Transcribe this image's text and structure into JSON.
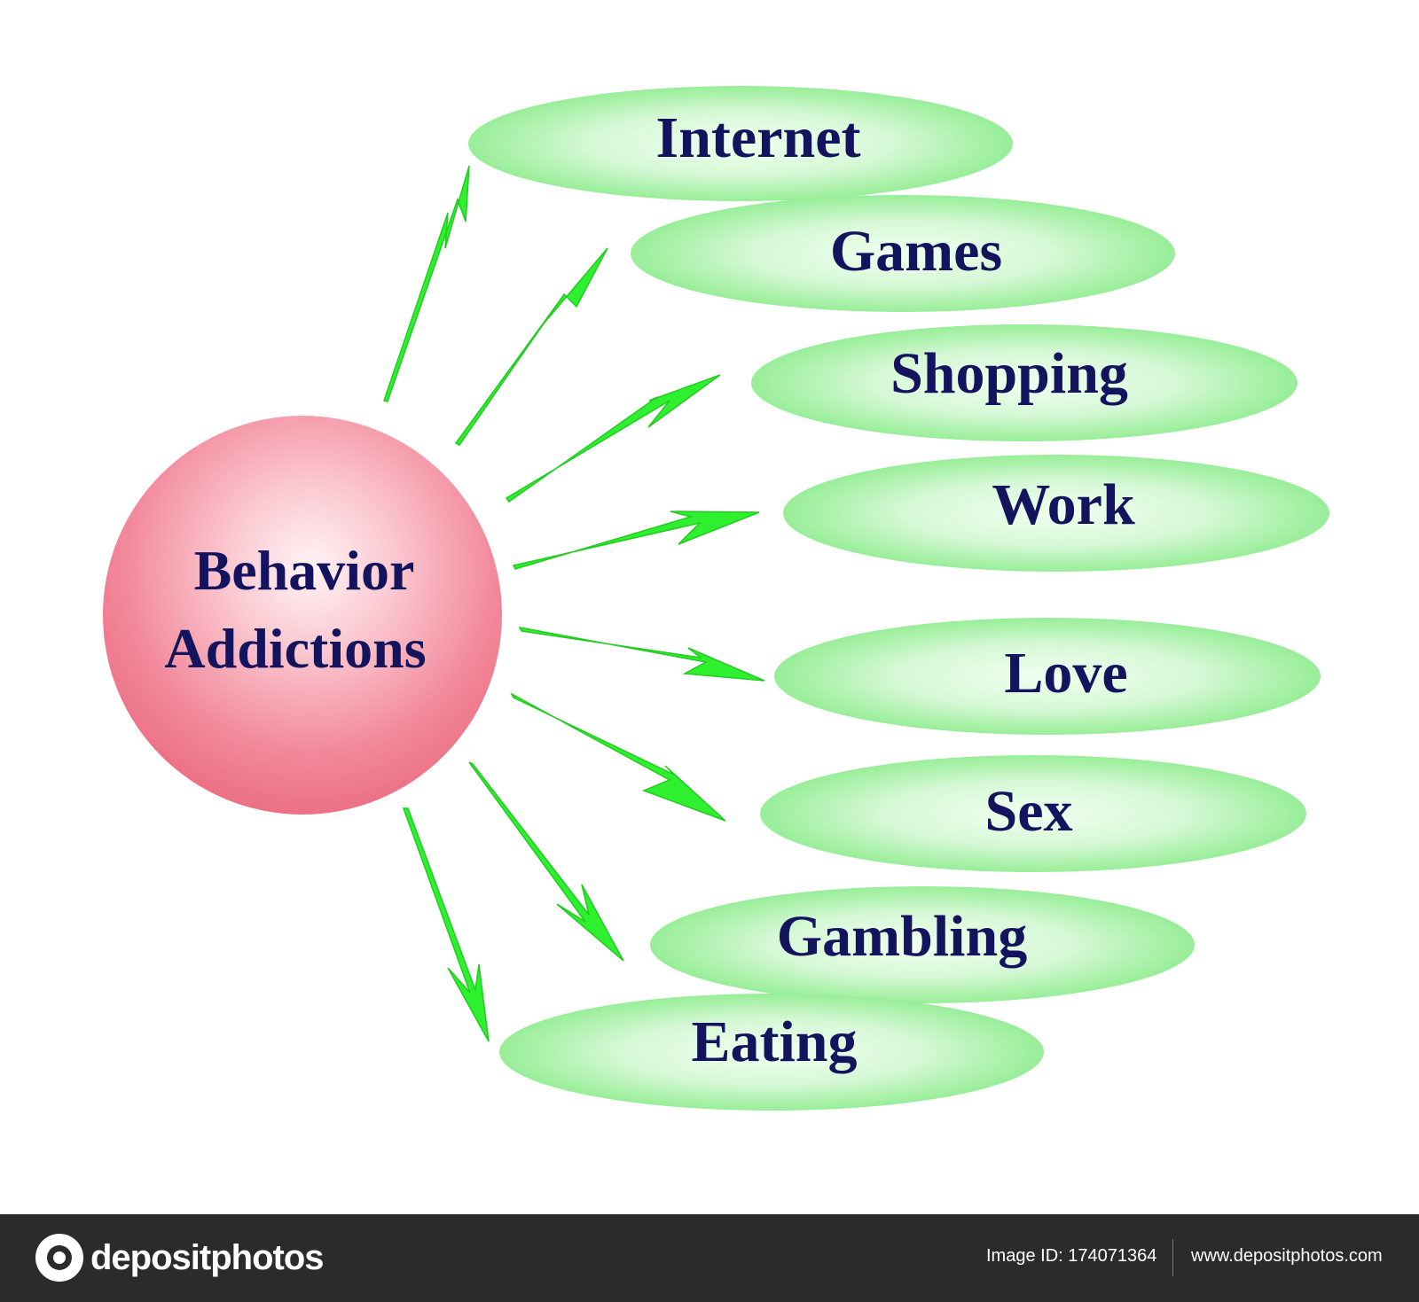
{
  "center": {
    "line1": "Behavior",
    "line2": "Addictions"
  },
  "items": [
    "Internet",
    "Games",
    "Shopping",
    "Work",
    "Love",
    "Sex",
    "Gambling",
    "Eating"
  ],
  "footer": {
    "brand": "depositphotos",
    "image_id": "Image ID: 174071364",
    "url": "www.depositphotos.com"
  },
  "colors": {
    "oval_fill": "#9cf09c",
    "oval_center": "#e6fce6",
    "sphere_edge": "#f07a8a",
    "sphere_highlight": "#fff0f3",
    "arrow": "#2ef02e",
    "text": "#14145e",
    "footer_bg": "#2b2b2b"
  }
}
